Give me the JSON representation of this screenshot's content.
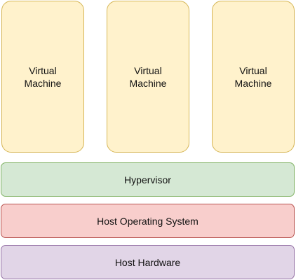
{
  "virtual_machines": [
    {
      "line1": "Virtual",
      "line2": "Machine"
    },
    {
      "line1": "Virtual",
      "line2": "Machine"
    },
    {
      "line1": "Virtual",
      "line2": "Machine"
    }
  ],
  "layers": {
    "hypervisor": "Hypervisor",
    "host_os": "Host Operating System",
    "host_hardware": "Host Hardware"
  },
  "colors": {
    "vm_fill": "#fff2cc",
    "vm_stroke": "#d6b656",
    "hypervisor_fill": "#d5e8d4",
    "hypervisor_stroke": "#82b366",
    "host_os_fill": "#f8cecc",
    "host_os_stroke": "#b85450",
    "host_hardware_fill": "#e1d5e7",
    "host_hardware_stroke": "#9673a6"
  }
}
